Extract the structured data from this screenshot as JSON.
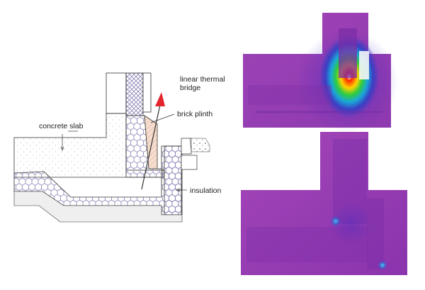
{
  "labels": {
    "thermal_bridge_line1": "linear thermal",
    "thermal_bridge_line2": "bridge",
    "brick_plinth": "brick plinth",
    "concrete_slab": "concrete slab",
    "insulation": "insulation"
  },
  "colors": {
    "insulation_stroke": "#8a7fb4",
    "plinth_fill": "#f6dfd0",
    "plinth_hatch": "#d9a58e",
    "arrow": "#e2262c",
    "thermal_base": "#9a3cb2",
    "thermal_cool": "#6a2ab0",
    "thermal_hot": "#ff2a00"
  }
}
